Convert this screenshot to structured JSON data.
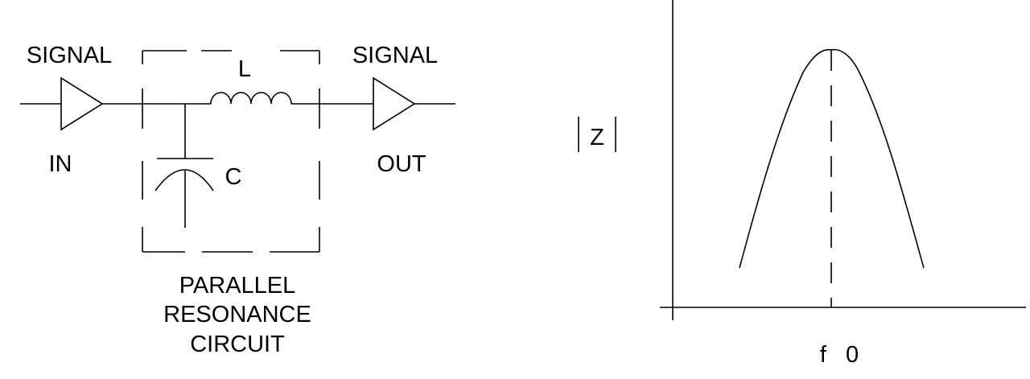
{
  "circuit": {
    "signal_in_top": "SIGNAL",
    "signal_in_bottom": "IN",
    "signal_out_top": "SIGNAL",
    "signal_out_bottom": "OUT",
    "inductor_label": "L",
    "capacitor_label": "C",
    "caption_line1": "PARALLEL",
    "caption_line2": "RESONANCE",
    "caption_line3": "CIRCUIT"
  },
  "graph": {
    "y_axis_label": "Z",
    "x_marker_label": "f   0"
  },
  "colors": {
    "ink": "#000000",
    "background": "#ffffff"
  }
}
